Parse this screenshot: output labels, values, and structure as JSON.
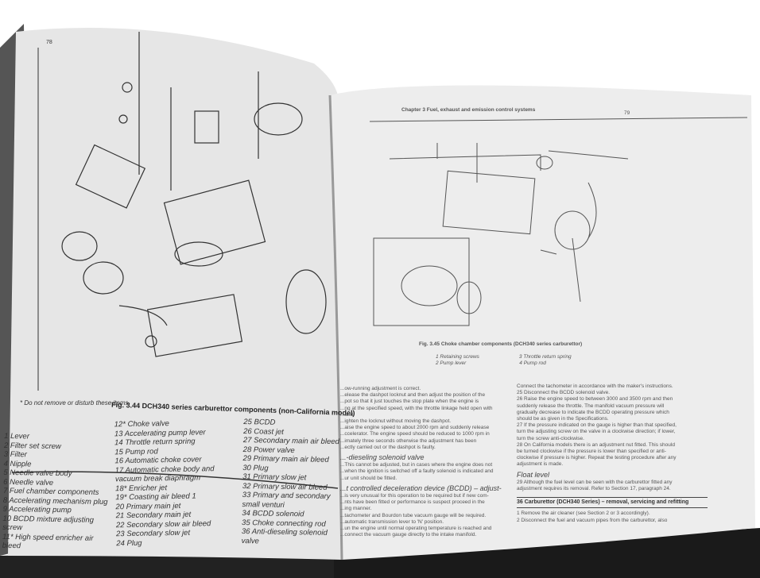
{
  "left_page": {
    "page_number": "78",
    "note": "* Do not remove or disturb these items",
    "caption": "Fig. 3.44 DCH340 series carburettor components (non-California model)",
    "legend_col1": [
      "1  Lever",
      "2  Filter set screw",
      "3  Filter",
      "4  Nipple",
      "5  Needle valve body",
      "6  Needle valve",
      "7  Fuel chamber components",
      "8  Accelerating mechanism plug",
      "9  Accelerating pump",
      "10 BCDD mixture adjusting screw",
      "11* High speed enricher air bleed"
    ],
    "legend_col2": [
      "12* Choke valve",
      "13 Accelerating pump lever",
      "14 Throttle return spring",
      "15 Pump rod",
      "16 Automatic choke cover",
      "17 Automatic choke body and vacuum break diaphragm",
      "18* Enricher jet",
      "19* Coasting air bleed 1",
      "20 Primary main jet",
      "21 Secondary main jet",
      "22 Secondary slow air bleed",
      "23 Secondary slow jet",
      "24 Plug"
    ],
    "legend_col3": [
      "25 BCDD",
      "26 Coast jet",
      "27 Secondary main air bleed",
      "28 Power valve",
      "29 Primary main air bleed",
      "30 Plug",
      "31 Primary slow jet",
      "32 Primary slow air bleed",
      "33 Primary and secondary small venturi",
      "34 BCDD solenoid",
      "35 Choke connecting rod",
      "36 Anti-dieseling solenoid valve"
    ]
  },
  "right_page": {
    "header": "Chapter 3  Fuel, exhaust and emission control systems",
    "page_number": "79",
    "caption": "Fig. 3.45 Choke chamber components (DCH340 series carburettor)",
    "legend": [
      "1  Retaining screws",
      "2  Pump lever",
      "3  Throttle return spring",
      "4  Pump rod"
    ],
    "col1": [
      "...ow-running adjustment is correct.",
      "...elease the dashpot locknut and then adjust the position of the",
      "...pot so that it just touches the stop plate when the engine is",
      "...ng at the specified speed, with the throttle linkage held open with",
      "...and.",
      "...ighten the locknut without moving the dashpot.",
      "...aise the engine speed to about 2000 rpm and suddenly release",
      "...ccelerator. The engine speed should be reduced to 1000 rpm in",
      "...imately three seconds otherwise the adjustment has been",
      "...ectly carried out or the dashpot is faulty."
    ],
    "sub1": "...-dieseling solenoid valve",
    "col1b": [
      "...This cannot be adjusted, but in cases where the engine does not",
      "...when the ignition is switched off a faulty solenoid is indicated and",
      "...ur unit should be fitted."
    ],
    "sub2": "...t controlled deceleration device (BCDD) – adjust-",
    "col1c": [
      "...is very unusual for this operation to be required but if new com-",
      "...nts have been fitted or performance is suspect proceed in the",
      "...ing manner.",
      "...tachometer and Bourdon tube vacuum gauge will be required.",
      "...automatic transmission lever to 'N' position.",
      "...un the engine until normal operating temperature is reached and",
      "...connect the vacuum gauge directly to the intake manifold."
    ],
    "col2": [
      "Connect the tachometer in accordance with the maker's instructions.",
      "25  Disconnect the BCDD solenoid valve.",
      "26  Raise the engine speed to between 3000 and 3500 rpm and then",
      "suddenly release the throttle. The manifold vacuum pressure will",
      "gradually decrease to indicate the BCDD operating pressure which",
      "should be as given in the Specifications.",
      "27  If the pressure indicated on the gauge is higher than that specified,",
      "turn the adjusting screw on the valve in a clockwise direction; if lower,",
      "turn the screw anti-clockwise.",
      "28  On California models there is an adjustment nut fitted. This should",
      "be turned clockwise if the pressure is lower than specified or anti-",
      "clockwise if pressure is higher. Repeat the testing procedure after any",
      "adjustment is made."
    ],
    "sub3": "Float level",
    "col2b": [
      "29  Although the fuel level can be seen with the carburettor fitted any",
      "adjustment requires its removal. Refer to Section 17, paragraph 24."
    ],
    "section_heading": "36 Carburettor (DCH340 Series) – removal, servicing and refitting",
    "col2c": [
      "1   Remove the air cleaner (see Section 2 or 3 accordingly).",
      "2   Disconnect the fuel and vacuum pipes from the carburettor, also"
    ]
  }
}
